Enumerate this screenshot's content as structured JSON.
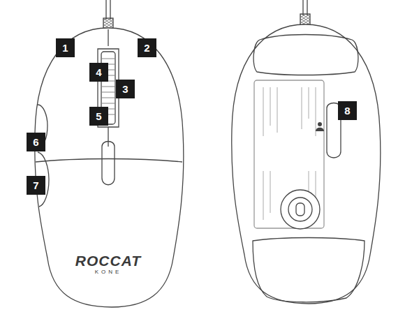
{
  "diagram": {
    "nodes": [
      {
        "text": [
          "1"
        ]
      },
      {
        "text": [
          "2"
        ]
      },
      {
        "text": [
          "4"
        ]
      },
      {
        "text": [
          "3"
        ]
      },
      {
        "text": [
          "5"
        ]
      },
      {
        "text": [
          "6"
        ]
      },
      {
        "text": [
          "7"
        ]
      },
      {
        "text": [
          "8"
        ]
      }
    ],
    "labels": [
      "ROCCAT",
      "KONE"
    ]
  }
}
